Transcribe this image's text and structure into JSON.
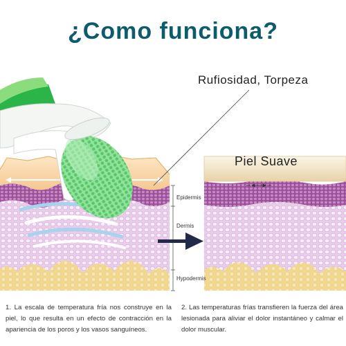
{
  "title": "¿Como funciona?",
  "labels": {
    "before": "Rufiosidad, Torpeza",
    "after": "Piel Suave",
    "epidermis": "Epidermis",
    "dermis": "Dermis",
    "hypodermis": "Hypodermis"
  },
  "captions": {
    "left": "1. La escala de temperatura fría nos construye en la piel, lo que resulta en un efecto de contracción en la apariencia de los poros y los vasos sanguíneos.",
    "right": "2. Las temperaturas frías transfieren la fuerza del área lesionada para aliviar el dolor instantáneo y calmar el dolor muscular."
  },
  "colors": {
    "title": "#0d5b6b",
    "roller_green": "#2bb548",
    "roller_head": "#7fd98a",
    "skin_top": "#f6c98f",
    "epidermis": "#a861a4",
    "dermis": "#e6c5e8",
    "hypodermis": "#f3dc9a",
    "arrow": "#222a4a"
  },
  "icons": [
    "ice-roller",
    "arrow-right-icon",
    "cold-wave-icon",
    "compress-arrows-icon"
  ]
}
